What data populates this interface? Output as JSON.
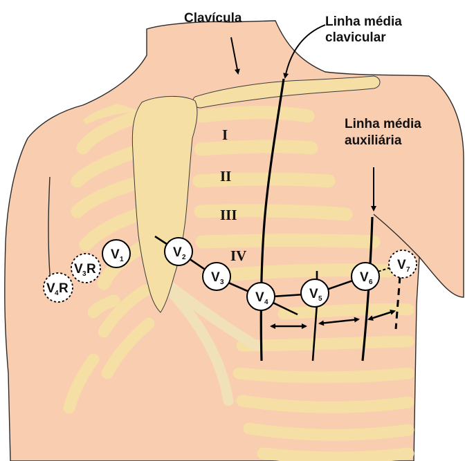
{
  "labels": {
    "clavicula": "Clavícula",
    "linha_clavicular_1": "Linha média",
    "linha_clavicular_2": "clavicular",
    "linha_auxiliar_1": "Linha média",
    "linha_auxiliar_2": "auxiliária"
  },
  "ribs": {
    "i": "I",
    "ii": "II",
    "iii": "III",
    "iv": "IV"
  },
  "electrodes": {
    "v1": {
      "letter": "V",
      "sub": "1",
      "suffix": ""
    },
    "v2": {
      "letter": "V",
      "sub": "2",
      "suffix": ""
    },
    "v3": {
      "letter": "V",
      "sub": "3",
      "suffix": ""
    },
    "v4": {
      "letter": "V",
      "sub": "4",
      "suffix": ""
    },
    "v5": {
      "letter": "V",
      "sub": "5",
      "suffix": ""
    },
    "v6": {
      "letter": "V",
      "sub": "6",
      "suffix": ""
    },
    "v7": {
      "letter": "V",
      "sub": "7",
      "suffix": ""
    },
    "v3r": {
      "letter": "V",
      "sub": "3",
      "suffix": "R"
    },
    "v4r": {
      "letter": "V",
      "sub": "4",
      "suffix": "R"
    }
  },
  "colors": {
    "skin": "#f8cdb0",
    "bone": "#f6dfa4",
    "line": "#000000"
  }
}
